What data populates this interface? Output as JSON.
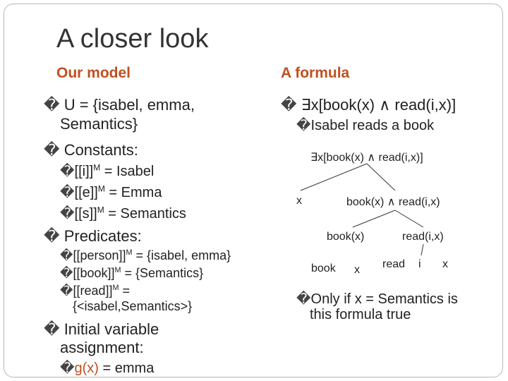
{
  "title": "A closer look",
  "left": {
    "heading": "Our model",
    "u_line1": "U = {isabel, emma,",
    "u_line2": "Semantics}",
    "constants_label": "Constants:",
    "const_i_pre": "[[i]]",
    "const_i_sup": "M",
    "const_i_post": " = Isabel",
    "const_e_pre": "[[e]]",
    "const_e_sup": "M",
    "const_e_post": " = Emma",
    "const_s_pre": "[[s]]",
    "const_s_sup": "M",
    "const_s_post": " = Semantics",
    "predicates_label": "Predicates:",
    "pred_person_pre": "[[person]]",
    "pred_person_sup": "M",
    "pred_person_post": " = {isabel, emma}",
    "pred_book_pre": "[[book]]",
    "pred_book_sup": "M",
    "pred_book_post": " = {Semantics}",
    "pred_read_pre": "[[read]]",
    "pred_read_sup": "M",
    "pred_read_post": " =",
    "pred_read_line2": "{<isabel,Semantics>}",
    "initial_line1": "Initial variable",
    "initial_line2": "assignment:",
    "g_label": "g(x)",
    "g_value": " = emma"
  },
  "right": {
    "heading": "A formula",
    "formula_main": "∃x[book(x) ∧ read(i,x)]",
    "gloss": "Isabel reads a book",
    "tree": {
      "root": "∃x[book(x) ∧ read(i,x)]",
      "x": "x",
      "conj": "book(x) ∧ read(i,x)",
      "bookx": "book(x)",
      "readix": "read(i,x)",
      "book": "book",
      "x2": "x",
      "read": "read",
      "i": "i",
      "x3": "x"
    },
    "only_line1": "Only if x = Semantics is",
    "only_line2": "this formula true"
  },
  "bullet_glyph": "�"
}
